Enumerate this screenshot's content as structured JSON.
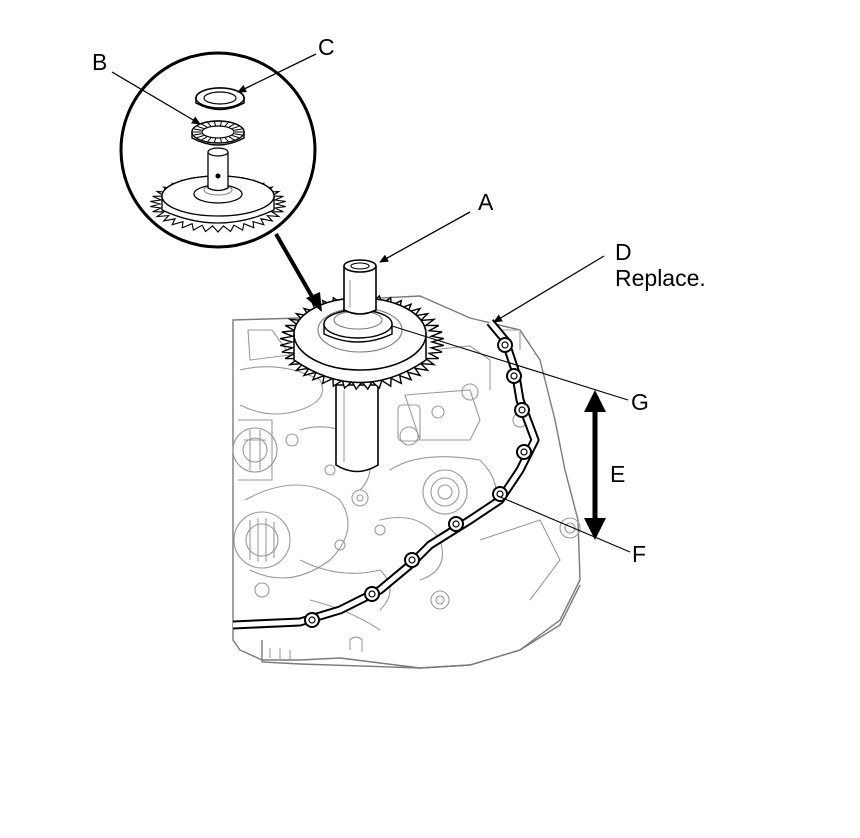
{
  "labels": {
    "A": "A",
    "B": "B",
    "C": "C",
    "D": "D",
    "D_note": "Replace.",
    "E": "E",
    "F": "F",
    "G": "G"
  },
  "colors": {
    "line": "#000000",
    "housing_fill": "#ffffff",
    "housing_stroke": "#7a7a7a",
    "detail_stroke": "#9a9a9a",
    "gasket": "#000000"
  }
}
